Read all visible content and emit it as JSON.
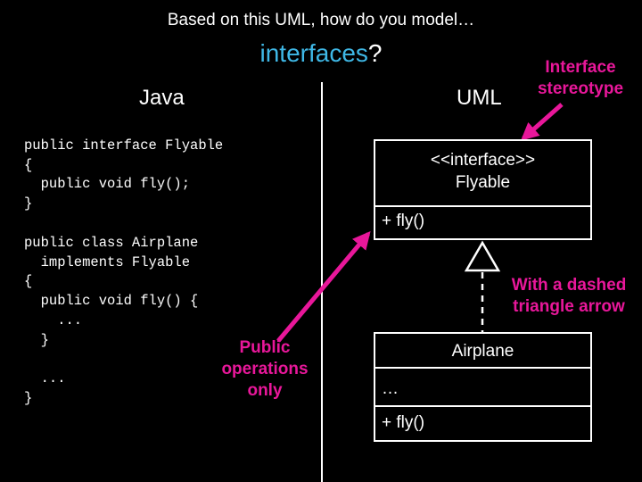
{
  "header": {
    "subtitle": "Based on this UML, how do you model…",
    "title_keyword": "interfaces",
    "title_suffix": "?"
  },
  "java": {
    "heading": "Java",
    "code_interface": "public interface Flyable\n{\n  public void fly();\n}",
    "code_class": "public class Airplane\n  implements Flyable\n{\n  public void fly() {\n    ...\n  }\n\n  ...\n}"
  },
  "uml": {
    "heading": "UML",
    "interface_box": {
      "stereotype": "<<interface>>",
      "name": "Flyable",
      "operation": "+ fly()"
    },
    "class_box": {
      "name": "Airplane",
      "attributes": "…",
      "operation": "+ fly()"
    }
  },
  "callouts": {
    "stereotype": [
      "Interface",
      "stereotype"
    ],
    "dashed_arrow": [
      "With a dashed",
      "triangle arrow"
    ],
    "public_ops": [
      "Public",
      "operations",
      "only"
    ]
  },
  "colors": {
    "background": "#000000",
    "text": "#ffffff",
    "keyword": "#3fb8e6",
    "callout": "#e8179a"
  }
}
